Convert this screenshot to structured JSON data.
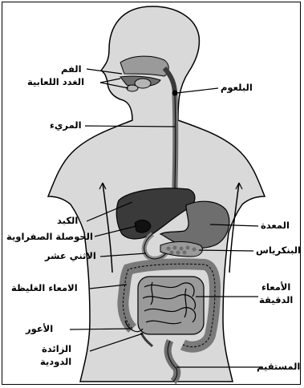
{
  "labels": {
    "mouth": "الفم",
    "salivary": "الغدد اللعابية",
    "pharynx": "البلعوم",
    "esophagus": "المريء",
    "liver": "الكبد",
    "gallbladder": "الحوصلة الصفراوية",
    "stomach": "المعدة",
    "pancreas": "البنكرياس",
    "duodenum": "الاثني عشر",
    "large_intestine": "الامعاء الغليظة",
    "small_intestine_1": "الأمعاء",
    "small_intestine_2": "الدقيقة",
    "cecum": "الأعور",
    "appendix_1": "الزائدة",
    "appendix_2": "الدودية",
    "rectum": "المستقيم"
  },
  "colors": {
    "body_fill": "#d9d9d9",
    "outline": "#000000",
    "organ_dark": "#3a3a3a",
    "organ_mid": "#6e6e6e",
    "organ_light": "#9a9a9a"
  }
}
